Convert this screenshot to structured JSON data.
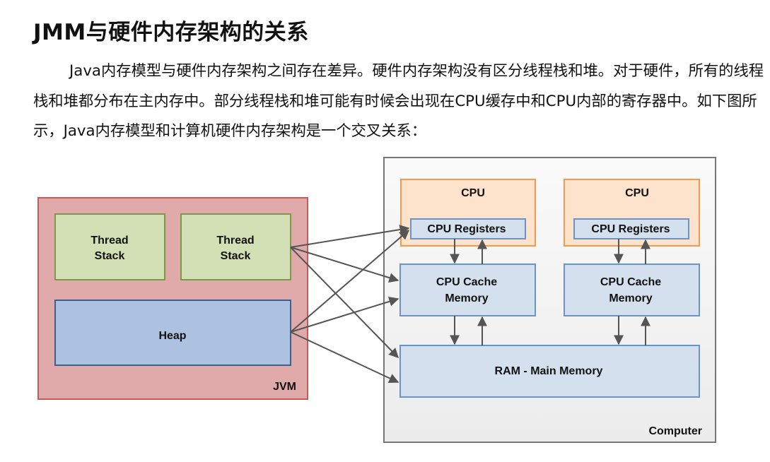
{
  "document": {
    "title": "JMM与硬件内存架构的关系",
    "paragraph": "Java内存模型与硬件内存架构之间存在差异。硬件内存架构没有区分线程栈和堆。对于硬件，所有的线程栈和堆都分布在主内存中。部分线程栈和堆可能有时候会出现在CPU缓存中和CPU内部的寄存器中。如下图所示，Java内存模型和计算机硬件内存架构是一个交叉关系："
  },
  "diagram": {
    "jvm": {
      "label": "JVM",
      "thread_stack_1": {
        "line1": "Thread",
        "line2": "Stack"
      },
      "thread_stack_2": {
        "line1": "Thread",
        "line2": "Stack"
      },
      "heap": "Heap"
    },
    "computer": {
      "label": "Computer",
      "cpu_1": {
        "label": "CPU",
        "registers": "CPU Registers",
        "cache_line1": "CPU Cache",
        "cache_line2": "Memory"
      },
      "cpu_2": {
        "label": "CPU",
        "registers": "CPU Registers",
        "cache_line1": "CPU Cache",
        "cache_line2": "Memory"
      },
      "ram": "RAM - Main Memory"
    },
    "colors": {
      "jvm_fill": "#e1aaaa",
      "jvm_border": "#c85a5a",
      "thread_fill": "#d3e0b5",
      "thread_border": "#7a9a45",
      "heap_fill": "#adc2e0",
      "heap_border": "#3f5f8f",
      "computer_fill": "#f2f2f2",
      "computer_border": "#777777",
      "cpu_fill": "#fde2cc",
      "cpu_border": "#f59a4a",
      "mem_fill": "#d5e0ef",
      "mem_border": "#6a93c8",
      "arrow": "#555555"
    }
  }
}
